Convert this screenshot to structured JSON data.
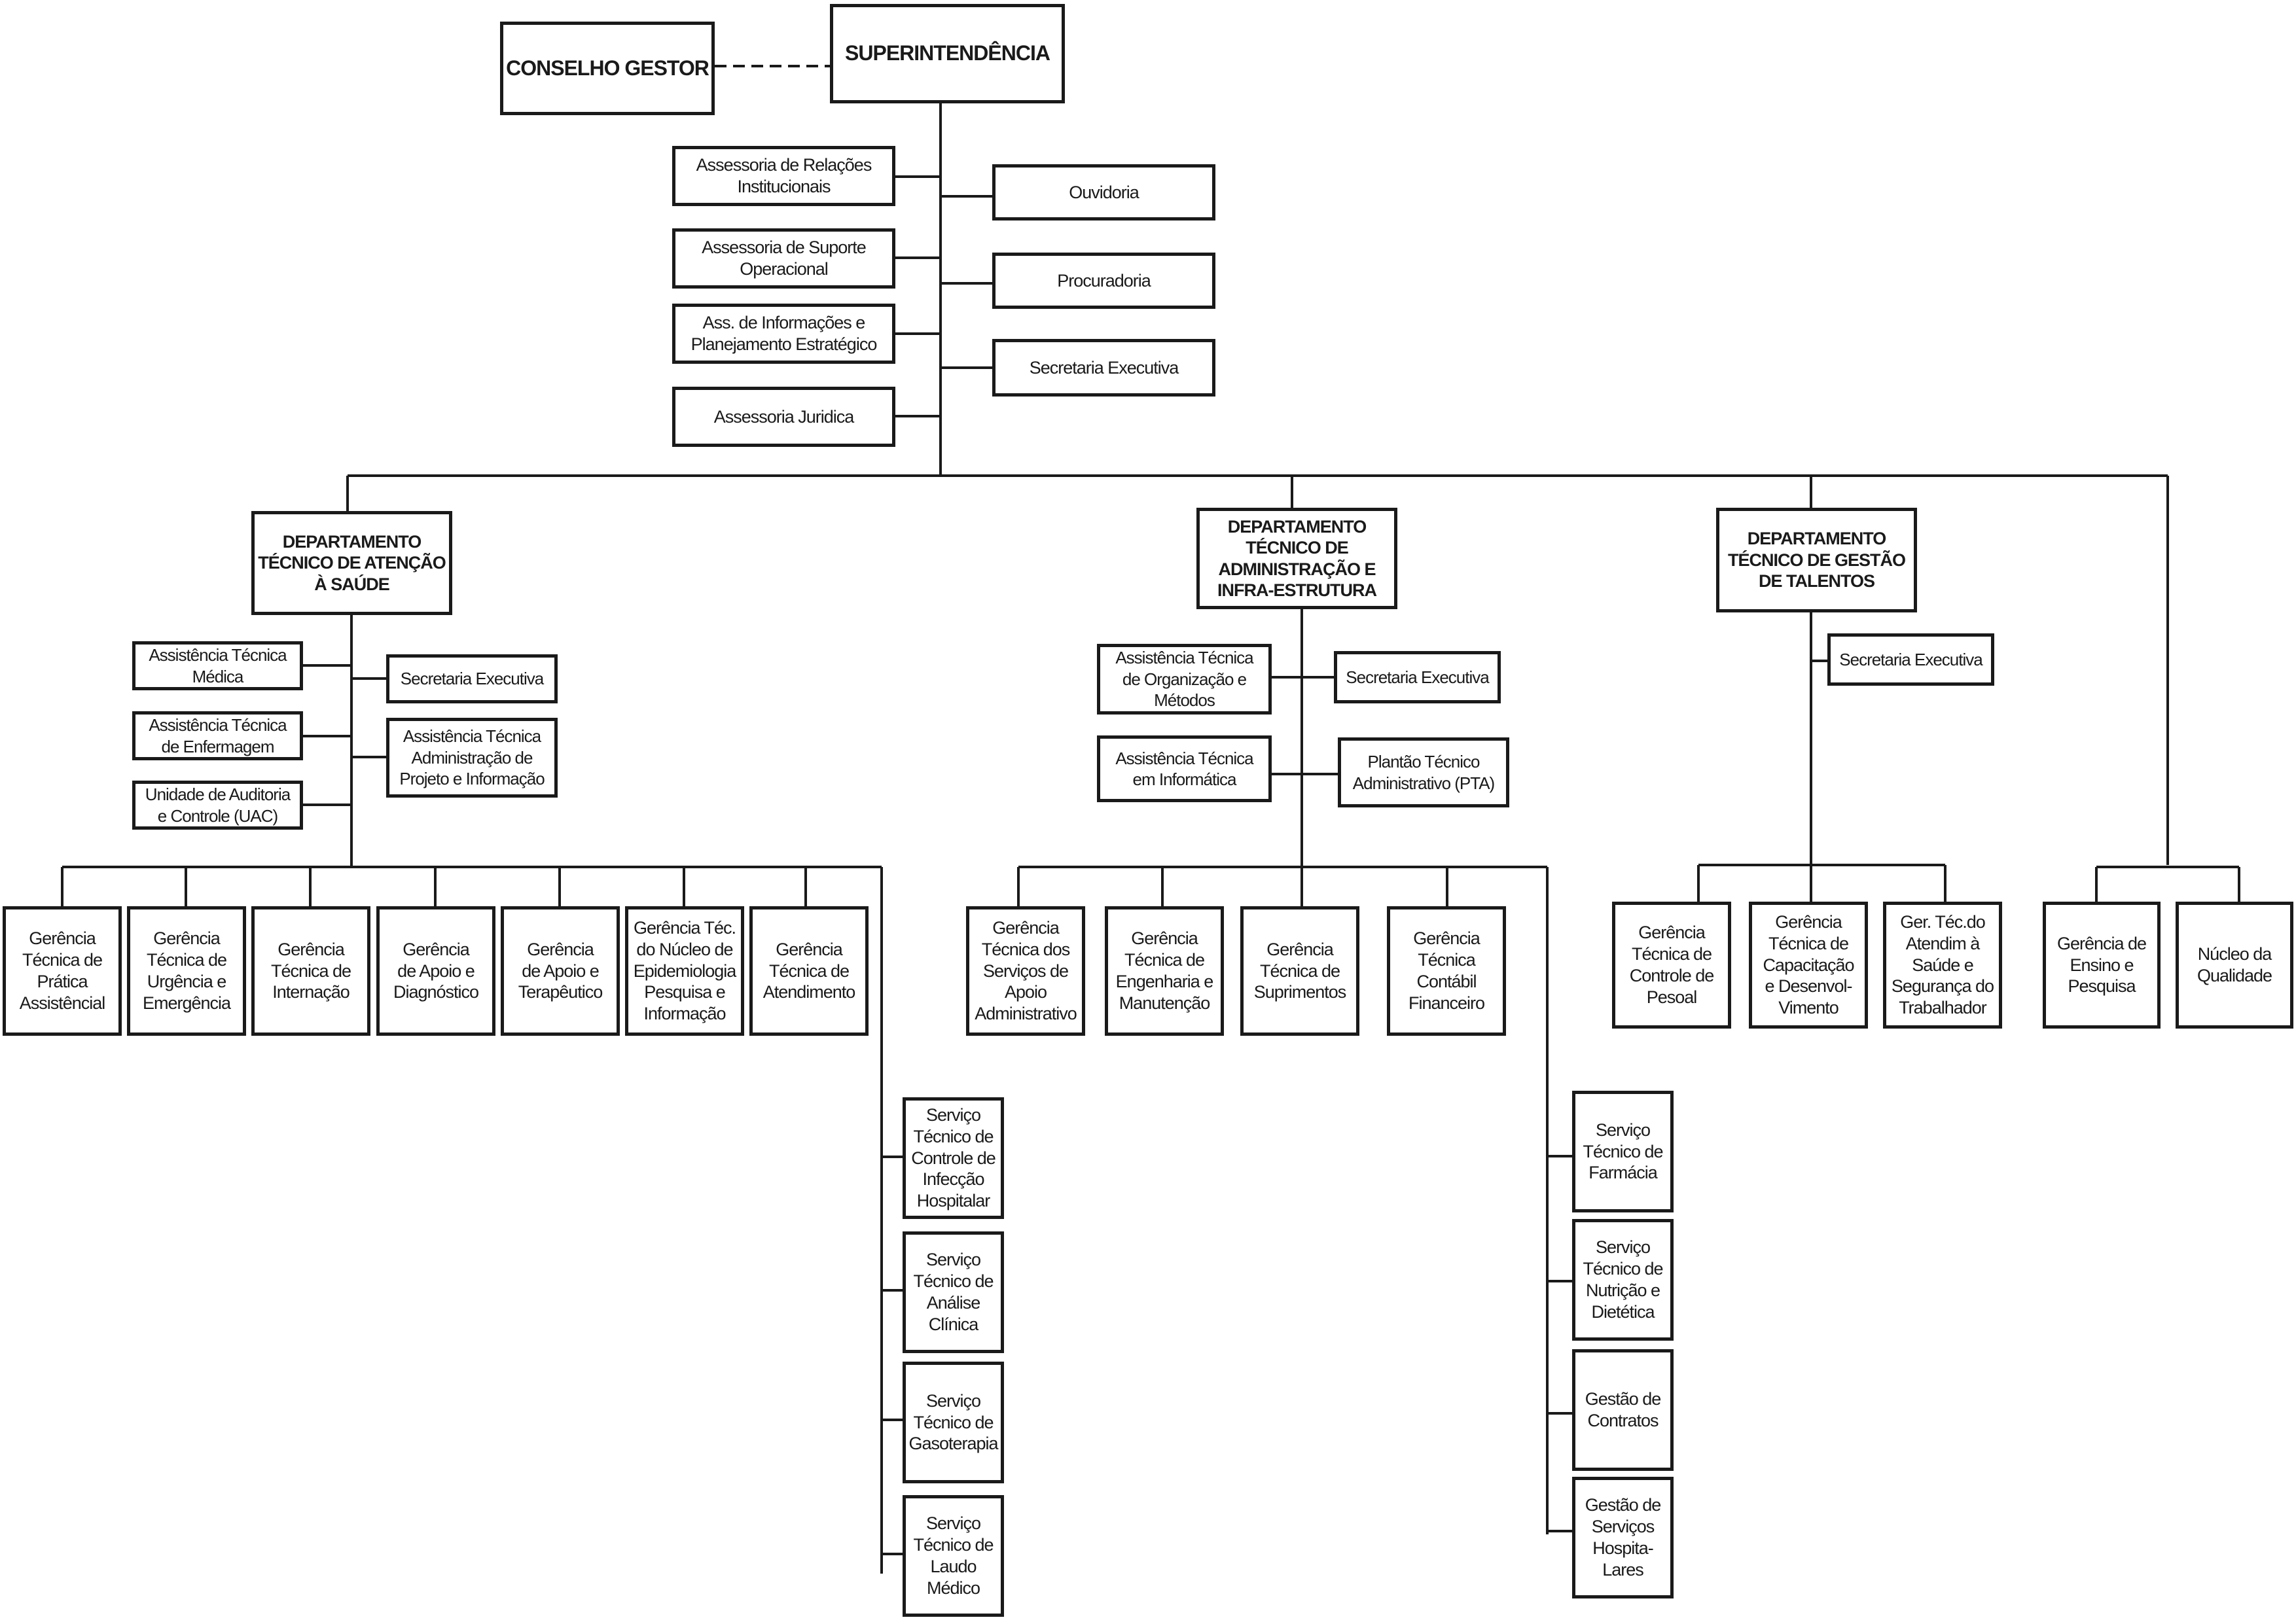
{
  "nodes": {
    "conselho": "CONSELHO GESTOR",
    "superintendencia": "SUPERINTENDÊNCIA",
    "ass_relacoes": "Assessoria de Relações\nInstitucionais",
    "ass_suporte": "Assessoria de Suporte\nOperacional",
    "ass_informacoes": "Ass. de Informações e\nPlanejamento Estratégico",
    "ass_juridica": "Assessoria Juridica",
    "ouvidoria": "Ouvidoria",
    "procuradoria": "Procuradoria",
    "secretaria_sup": "Secretaria Executiva",
    "dep_saude": "DEPARTAMENTO\nTÉCNICO  DE ATENÇÃO\nÀ SAÚDE",
    "dep_admin": "DEPARTAMENTO\nTÉCNICO  DE\nADMINISTRAÇÃO E\nINFRA-ESTRUTURA",
    "dep_talentos": "DEPARTAMENTO\nTÉCNICO  DE GESTÃO\nDE TALENTOS",
    "at_medica": "Assistência Técnica\nMédica",
    "at_enfermagem": "Assistência Técnica\nde Enfermagem",
    "uac": "Unidade de Auditoria\ne Controle (UAC)",
    "sec_saude": "Secretaria Executiva",
    "at_projeto": "Assistência Técnica\nAdministração de\nProjeto e Informação",
    "g_pratica": "Gerência\nTécnica de\nPrática\nAssistêncial",
    "g_urgencia": "Gerência\nTécnica de\nUrgência e\nEmergência",
    "g_internacao": "Gerência\nTécnica de\nInternação",
    "g_diagnostico": "Gerência\nde Apoio e\nDiagnóstico",
    "g_terapeutico": "Gerência\nde Apoio e\nTerapêutico",
    "g_epidemiologia": "Gerência Téc.\ndo Núcleo de\nEpidemiologia\nPesquisa e\nInformação",
    "g_atendimento": "Gerência\nTécnica de\nAtendimento",
    "s_infeccao": "Serviço\nTécnico de\nControle de\nInfecção\nHospitalar",
    "s_analise": "Serviço\nTécnico de\nAnálise\nClínica",
    "s_gasoterapia": "Serviço\nTécnico de\nGasoterapia",
    "s_laudo": "Serviço\nTécnico de\nLaudo\nMédico",
    "at_organizacao": "Assistência Técnica\nde Organização e\nMétodos",
    "at_informatica": "Assistência Técnica\nem Informática",
    "sec_admin": "Secretaria Executiva",
    "pta": "Plantão Técnico\nAdministrativo (PTA)",
    "g_servicos": "Gerência\nTécnica dos\nServiços de\nApoio\nAdministrativo",
    "g_engenharia": "Gerência\nTécnica de\nEngenharia e\nManutenção",
    "g_suprimentos": "Gerência\nTécnica de\nSuprimentos",
    "g_contabil": "Gerência\nTécnica\nContábil\nFinanceiro",
    "s_farmacia": "Serviço\nTécnico de\nFarmácia",
    "s_nutricao": "Serviço\nTécnico de\nNutrição e\nDietética",
    "gestao_contratos": "Gestão de\nContratos",
    "gestao_servicos": "Gestão de\nServiços\nHospita-\nLares",
    "sec_talentos": "Secretaria Executiva",
    "g_pessoal": "Gerência\nTécnica de\nControle de\nPesoal",
    "g_capacitacao": "Gerência\nTécnica de\nCapacitação\ne  Desenvol-\nVimento",
    "g_seguranca": "Ger. Téc.do\nAtendim à\nSaúde e\nSegurança do\nTrabalhador",
    "g_ensino": "Gerência de\nEnsino e\nPesquisa",
    "nucleo_qualidade": "Núcleo da\nQualidade"
  }
}
